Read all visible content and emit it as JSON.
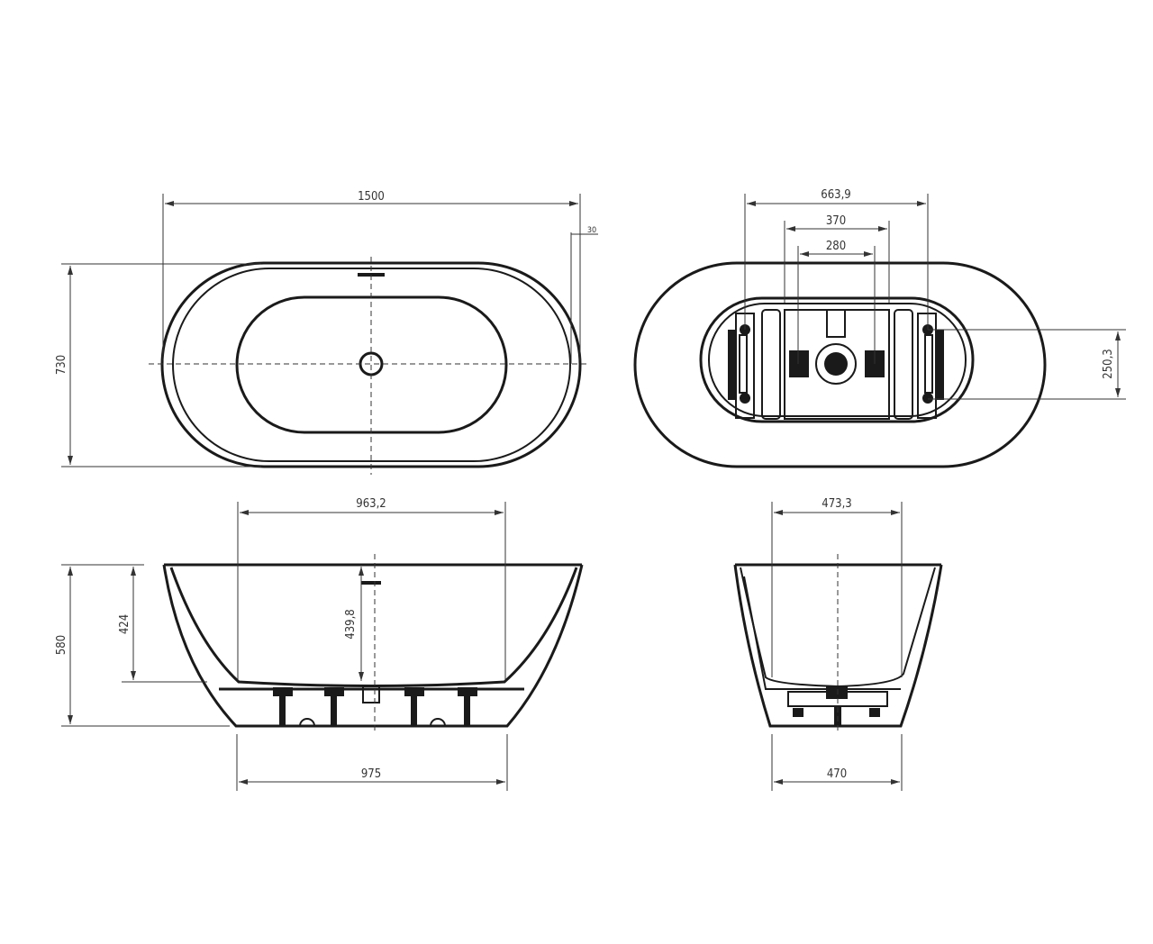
{
  "top_view": {
    "length": "1500",
    "rim": "30",
    "width": "730"
  },
  "bottom_view": {
    "bracket_span": "663,9",
    "outer_feet": "370",
    "inner_feet": "280",
    "bracket_depth": "250,3"
  },
  "side_view": {
    "inner_length": "963,2",
    "base_length": "975",
    "height": "580",
    "inner_depth": "424",
    "overflow_depth": "439,8"
  },
  "end_view": {
    "inner_width": "473,3",
    "base_width": "470"
  },
  "colors": {
    "line": "#1a1a1a",
    "dimension": "#333333"
  }
}
